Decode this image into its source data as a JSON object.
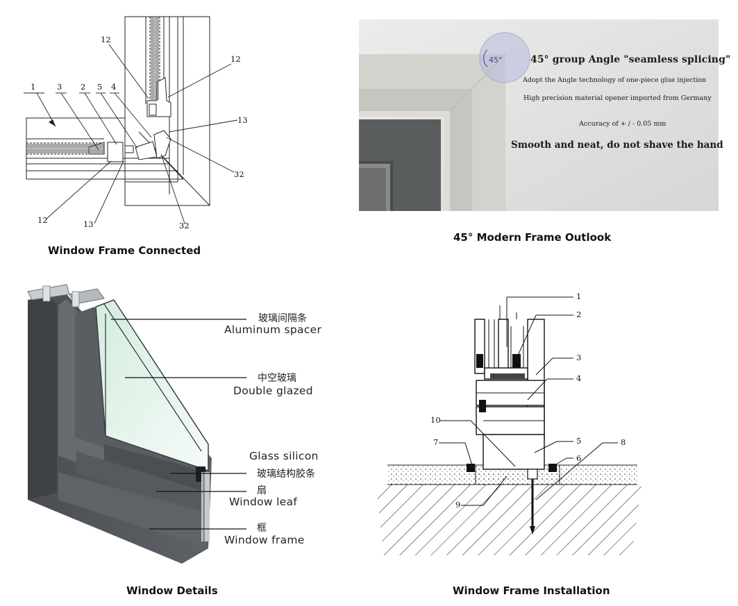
{
  "panels": {
    "frame_connected": {
      "caption": "Window Frame Connected",
      "callouts": {
        "c1": "1",
        "c3": "3",
        "c2": "2",
        "c5": "5",
        "c4": "4",
        "c12a": "12",
        "c12b": "12",
        "c12c": "12",
        "c13a": "13",
        "c13b": "13",
        "c32a": "32",
        "c32b": "32"
      }
    },
    "frame_outlook": {
      "caption": "45° Modern Frame Outlook",
      "badge": "45°",
      "headline": "45°   group Angle \"seamless splicing\"",
      "line1": "Adopt the Angle technology of one-piece glue injection",
      "line2": "High precision material opener imported from Germany",
      "line3": "Accuracy of + / - 0.05 mm",
      "line4": "Smooth and neat, do not shave the hand"
    },
    "window_details": {
      "caption": "Window Details",
      "labels": [
        {
          "cn": "玻璃间隔条",
          "en": "Aluminum spacer"
        },
        {
          "cn": "中空玻璃",
          "en": "Double glazed"
        },
        {
          "cn": "玻璃结构胶条",
          "en": "Glass silicon"
        },
        {
          "cn": "扇",
          "en": "Window leaf"
        },
        {
          "cn": "框",
          "en": "Window frame"
        }
      ]
    },
    "frame_installation": {
      "caption": "Window Frame Installation",
      "callouts": {
        "n1": "1",
        "n2": "2",
        "n3": "3",
        "n4": "4",
        "n5": "5",
        "n6": "6",
        "n7": "7",
        "n8": "8",
        "n9": "9",
        "n10": "10"
      }
    }
  }
}
